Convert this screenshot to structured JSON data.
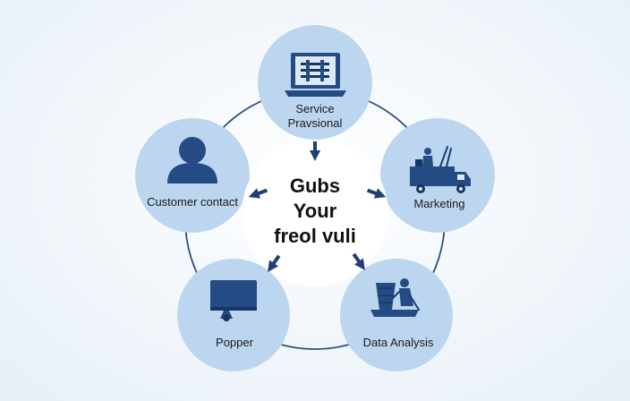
{
  "diagram": {
    "center": {
      "lines": [
        "Gubs",
        "Your",
        "freol vuli"
      ]
    },
    "nodes": [
      {
        "id": "service",
        "label_lines": [
          "Service",
          "Pravsional"
        ],
        "icon": "laptop-icon"
      },
      {
        "id": "marketing",
        "label_lines": [
          "Marketing"
        ],
        "icon": "truck-icon"
      },
      {
        "id": "data-analysis",
        "label_lines": [
          "Data Analysis"
        ],
        "icon": "data-figure-icon"
      },
      {
        "id": "popper",
        "label_lines": [
          "Popper"
        ],
        "icon": "monitor-icon"
      },
      {
        "id": "customer-contact",
        "label_lines": [
          "Customer contact"
        ],
        "icon": "person-icon"
      }
    ],
    "colors": {
      "node_fill": "#bcd6ef",
      "icon": "#254b85",
      "ring": "#2c4f80",
      "center_fill": "#ffffff"
    }
  }
}
